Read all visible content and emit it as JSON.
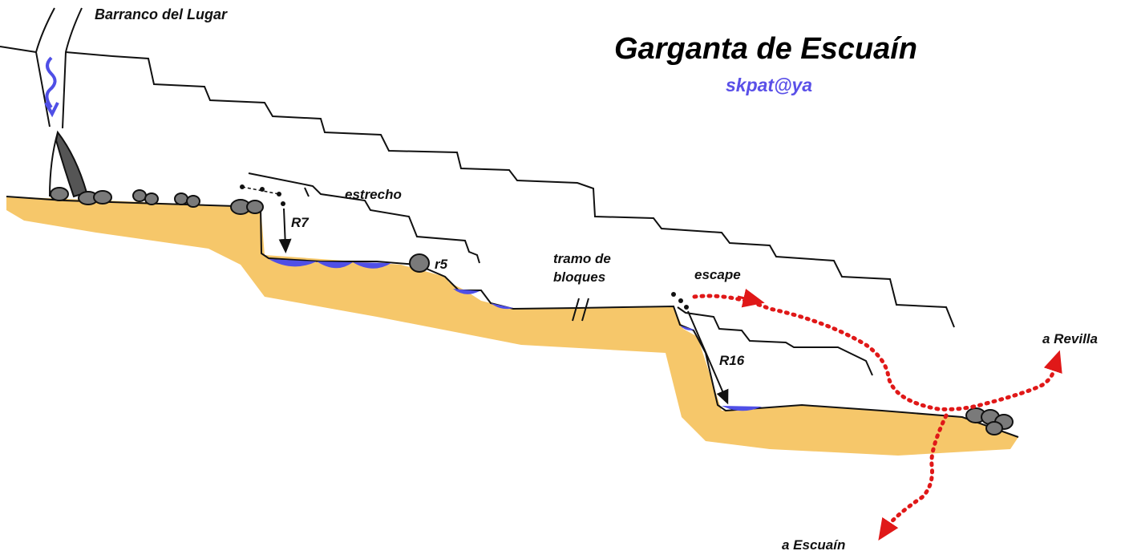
{
  "title": "Garganta de Escuaín",
  "author": "skpat@ya",
  "labels": {
    "barranco": "Barranco del Lugar",
    "estrecho": "estrecho",
    "r7": "R7",
    "r5": "r5",
    "tramo_line1": "tramo de",
    "tramo_line2": "bloques",
    "escape": "escape",
    "r16": "R16",
    "revilla": "a Revilla",
    "escuain": "a Escuaín"
  },
  "colors": {
    "ground": "#f6c76a",
    "water": "#4f4fe6",
    "rock": "#7a7a7a",
    "route": "#e01818",
    "author": "#5a50e8",
    "line": "#111111"
  }
}
